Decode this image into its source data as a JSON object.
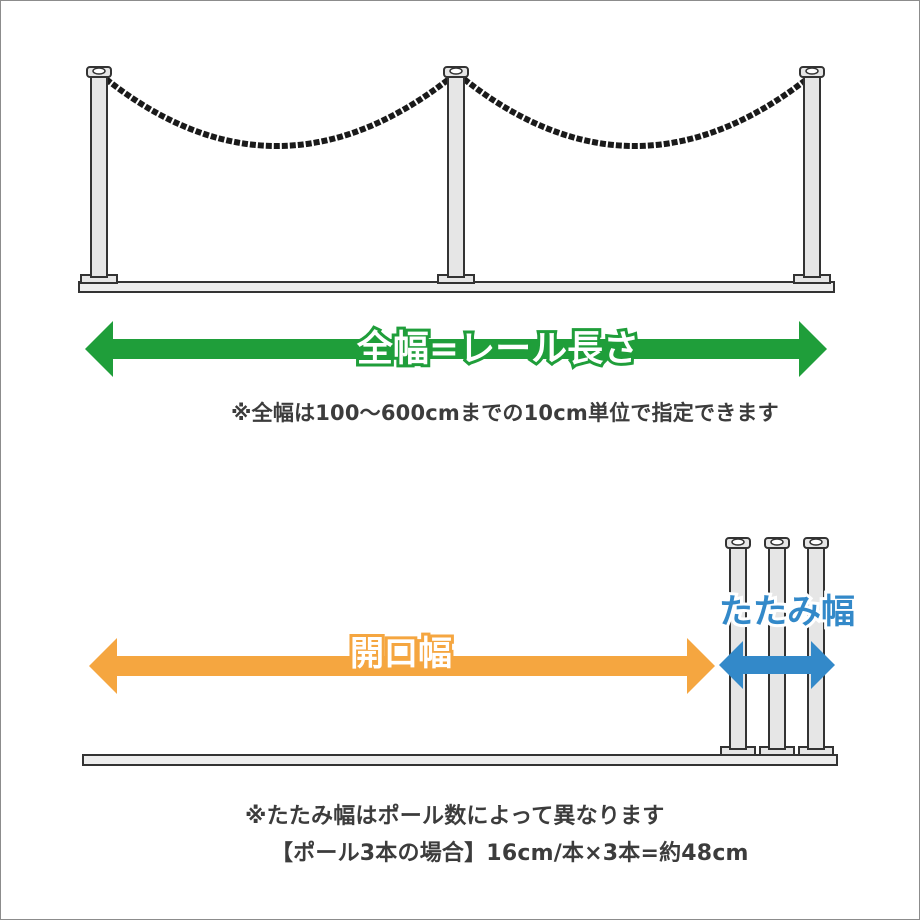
{
  "top_diagram": {
    "arrow_label": "全幅=レール長さ",
    "note": "※全幅は100〜600cmまでの10cm単位で指定できます"
  },
  "bottom_diagram": {
    "opening_label": "開口幅",
    "folded_label": "たたみ幅",
    "note_line1": "※たたみ幅はポール数によって異なります",
    "note_line2": "【ポール3本の場合】16cm/本×3本=約48cm"
  },
  "colors": {
    "green_arrow": "#1f9e3a",
    "orange_arrow": "#f5a640",
    "blue_arrow": "#3389c9",
    "chain": "#1a1a1a",
    "pole_fill": "#e6e6e6",
    "outline": "#333333"
  }
}
